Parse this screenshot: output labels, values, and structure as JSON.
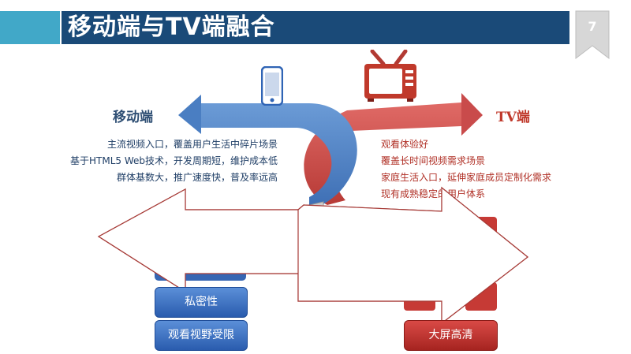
{
  "header": {
    "title": "移动端与TV端融合",
    "page_number": "7"
  },
  "mobile": {
    "title": "移动端",
    "lines": [
      "主流视频入口，覆盖用户生活中碎片场景",
      "基于HTML5 Web技术，开发周期短，维护成本低",
      "群体基数大，推广速度快，普及率远高"
    ],
    "buttons": [
      "私密性",
      "观看视野受限"
    ]
  },
  "tv": {
    "title": "TV端",
    "lines": [
      "观看体验好",
      "覆盖长时间视频需求场景",
      "家庭生活入口，延伸家庭成员定制化需求",
      "现有成熟稳定的用户体系"
    ],
    "buttons": [
      "大屏高清"
    ]
  },
  "icons": {
    "phone": "smartphone-icon",
    "tv": "tv-icon"
  },
  "colors": {
    "header_bar": "#1A4A78",
    "header_accent": "#41A8C8",
    "mobile_blue": "#4A7EC2",
    "tv_red": "#C94B4B"
  }
}
